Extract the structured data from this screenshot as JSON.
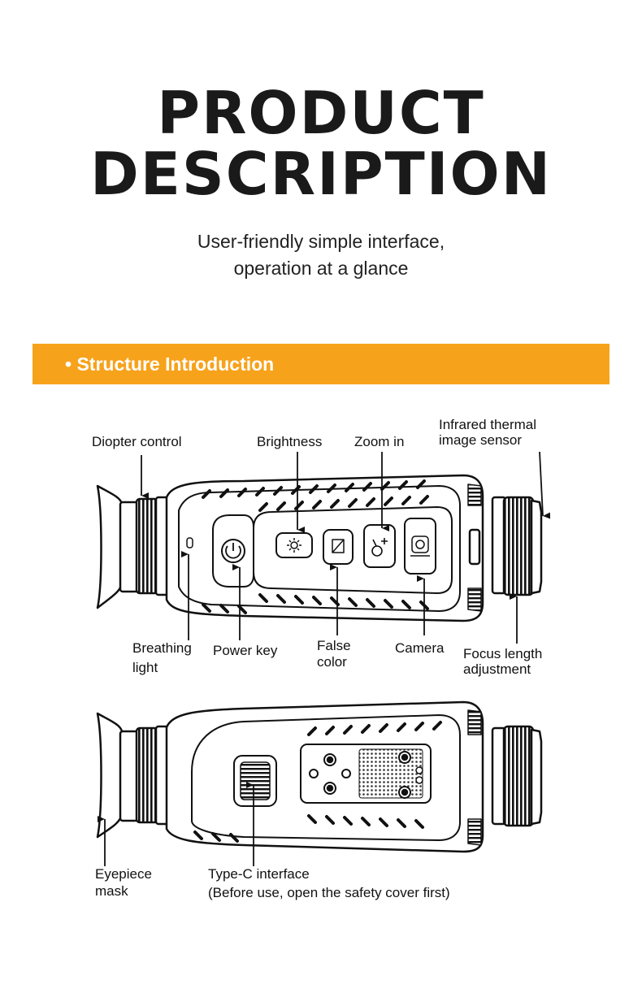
{
  "header": {
    "title_line1": "PRODUCT",
    "title_line2": "DESCRIPTION",
    "subtitle_line1": "User-friendly simple interface,",
    "subtitle_line2": "operation at a glance"
  },
  "section": {
    "bullet": "•",
    "title": "Structure Introduction",
    "color": "#f7a21b"
  },
  "labels_top": {
    "diopter": "Diopter control",
    "brightness": "Brightness",
    "zoom": "Zoom in",
    "sensor_line1": "Infrared thermal",
    "sensor_line2": "image sensor",
    "breathing_line1": "Breathing",
    "breathing_line2": "light",
    "power": "Power key",
    "false_line1": "False",
    "false_line2": "color",
    "camera": "Camera",
    "focus_line1": "Focus length",
    "focus_line2": "adjustment"
  },
  "labels_bottom": {
    "eyepiece_line1": "Eyepiece",
    "eyepiece_line2": "mask",
    "typec_line1": "Type-C interface",
    "typec_line2": "(Before use, open the safety cover first)"
  }
}
